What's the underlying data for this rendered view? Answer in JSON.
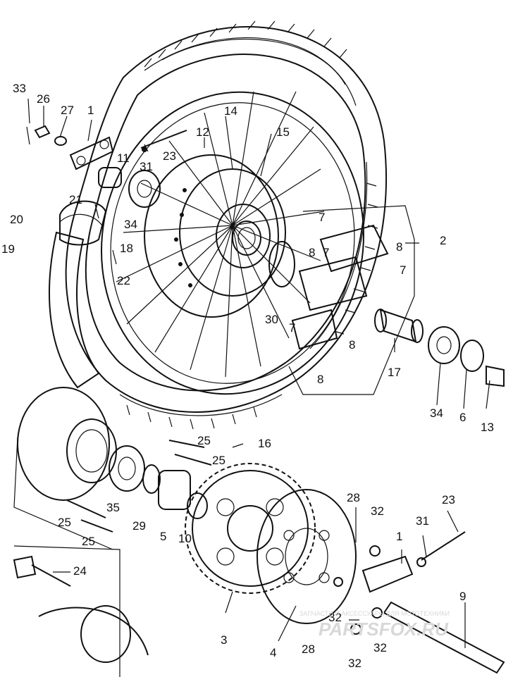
{
  "callouts": [
    "33",
    "26",
    "27",
    "1",
    "11",
    "23",
    "31",
    "34",
    "12",
    "14",
    "15",
    "21",
    "20",
    "19",
    "18",
    "22",
    "7",
    "8",
    "2",
    "7",
    "8",
    "7",
    "30",
    "7",
    "8",
    "8",
    "17",
    "34",
    "6",
    "13",
    "16",
    "25",
    "25",
    "35",
    "29",
    "5",
    "10",
    "25",
    "25",
    "24",
    "3",
    "4",
    "28",
    "32",
    "28",
    "32",
    "32",
    "32",
    "1",
    "31",
    "23",
    "9"
  ],
  "watermark": {
    "brand": "PARTSFOX.RU",
    "tagline": "ЗАПЧАСТИ И АКСЕССУАРЫ ДЛЯ МОТОТЕХНИКИ"
  },
  "colors": {
    "ink": "#111111",
    "paper": "#ffffff",
    "watermark": "#d8d8d8"
  }
}
